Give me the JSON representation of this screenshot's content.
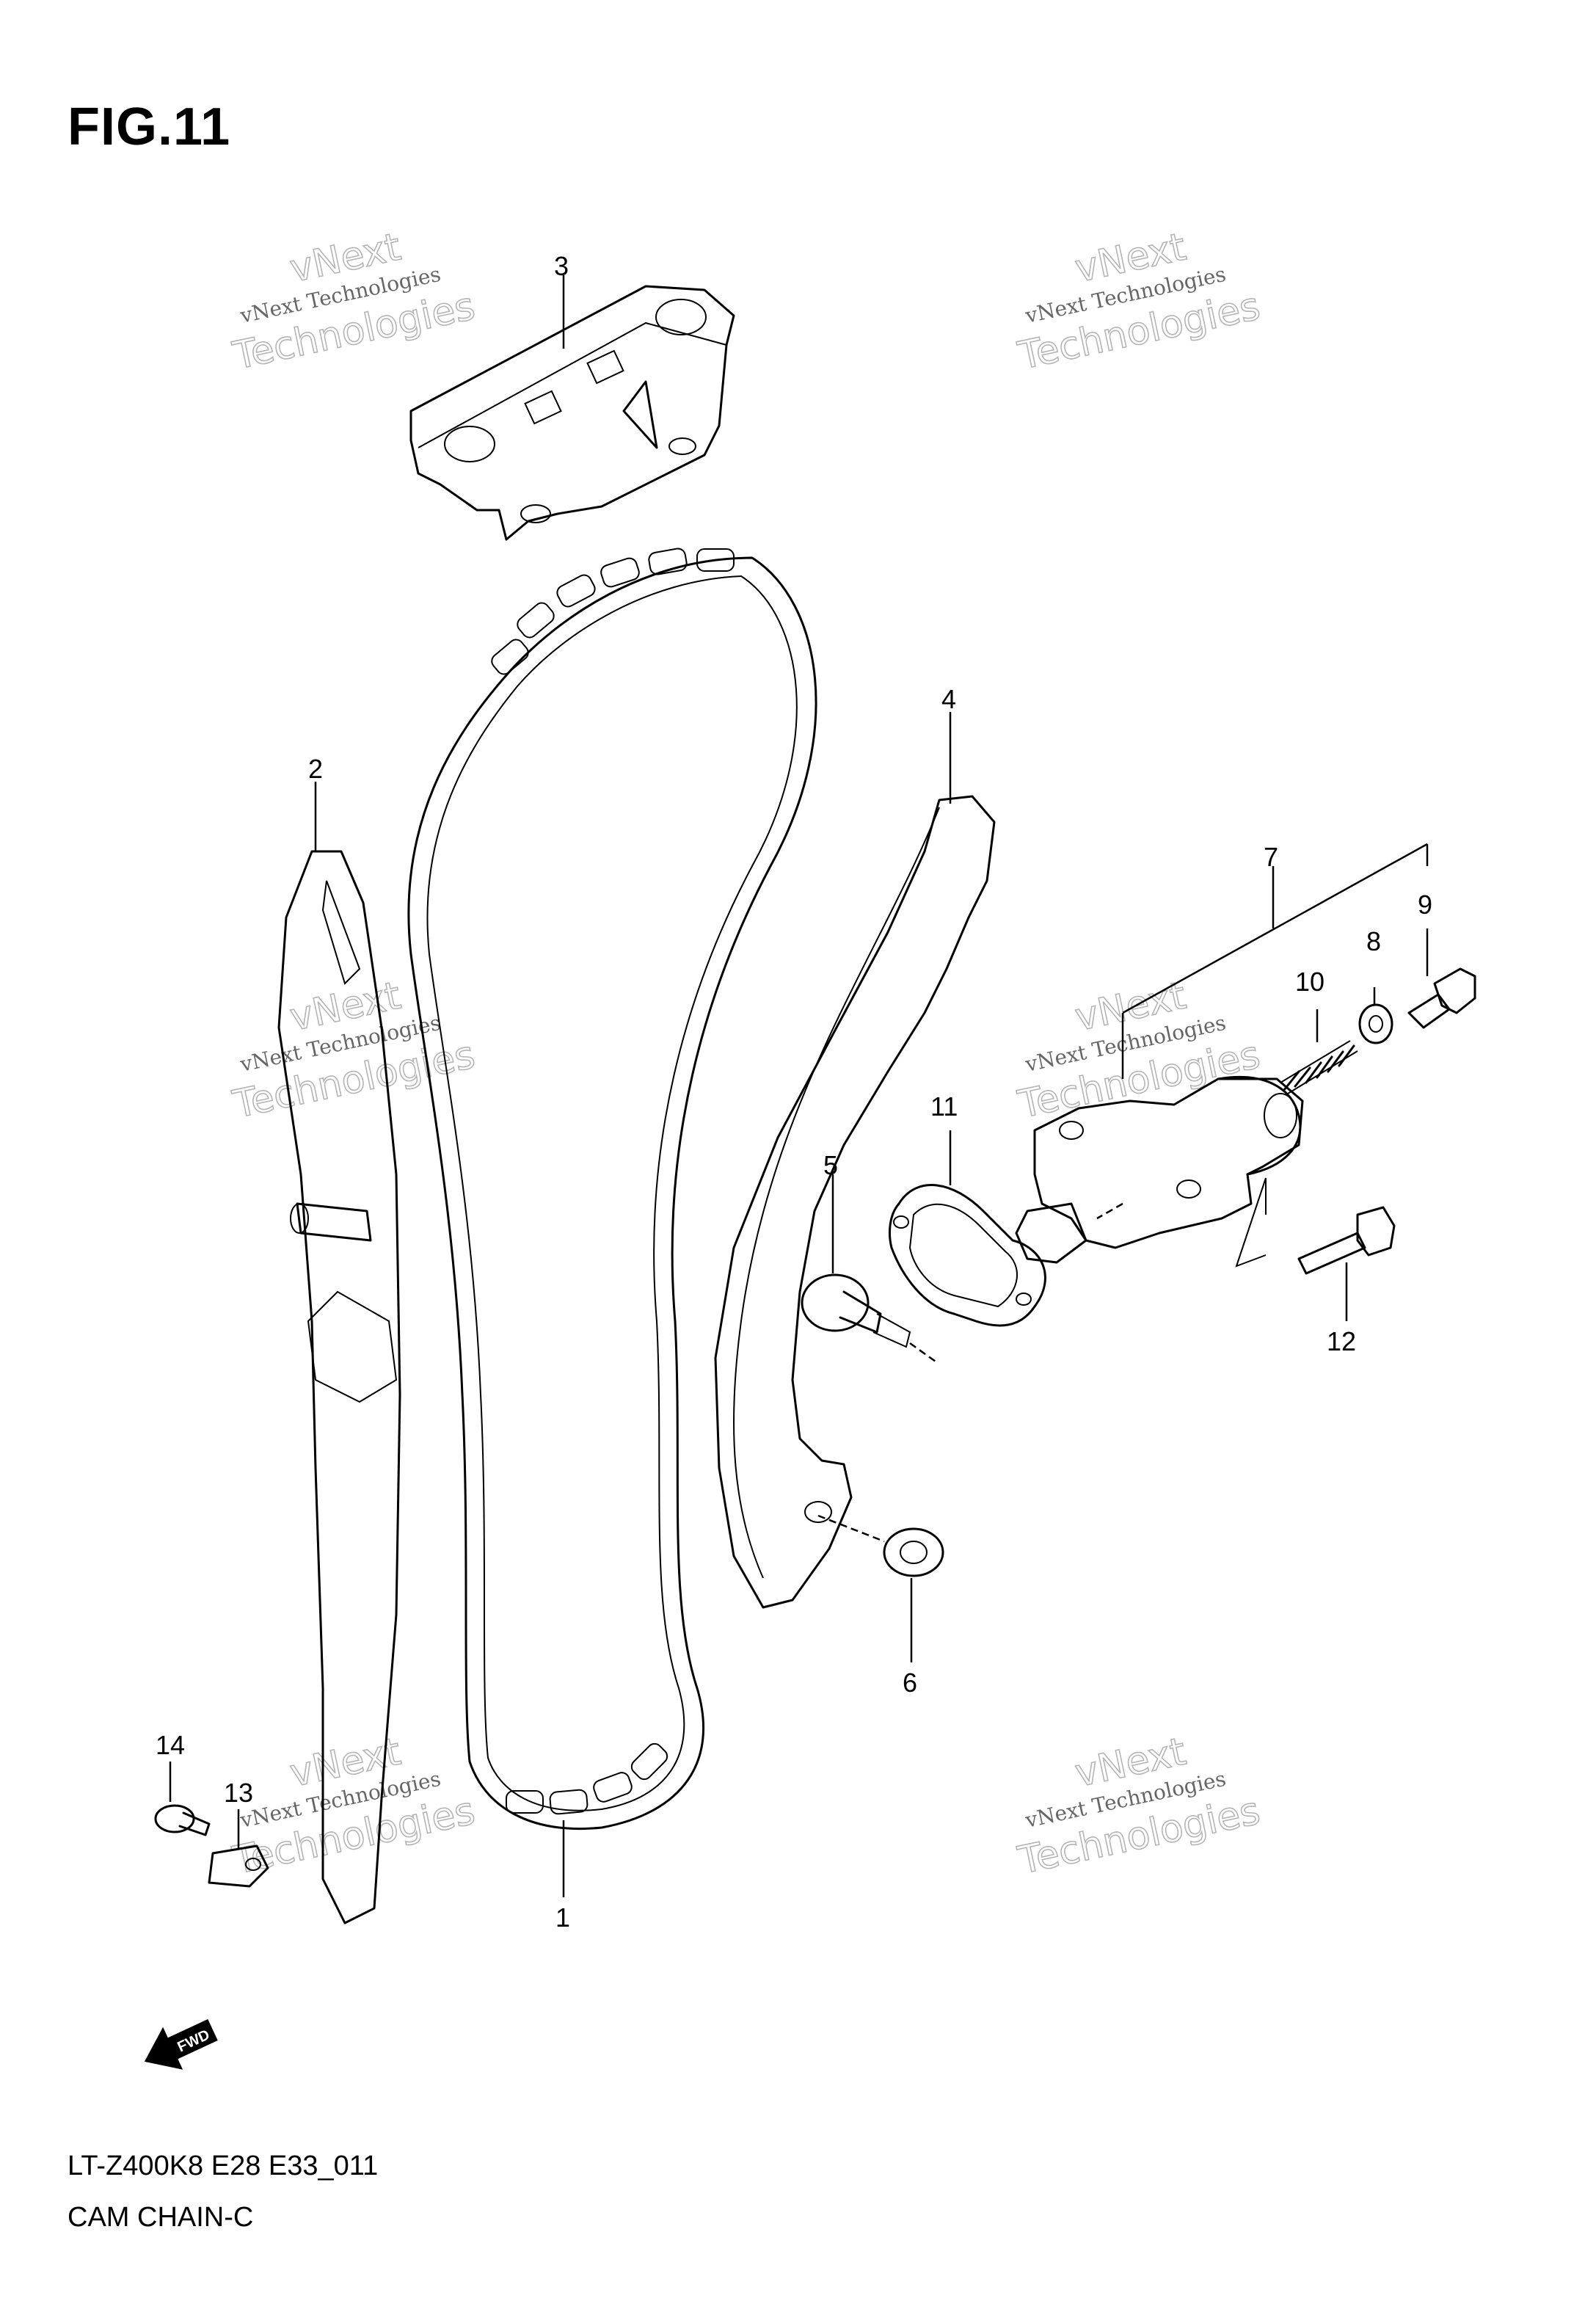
{
  "figure_title": "FIG.11",
  "diagram_code": "LT-Z400K8 E28 E33_011",
  "caption": "CAM CHAIN-C",
  "direction_badge": "FWD",
  "watermark": {
    "line1": "vNext Technologies",
    "line2": "vNext",
    "line3": "Technologies"
  },
  "callouts": {
    "c1": "1",
    "c2": "2",
    "c3": "3",
    "c4": "4",
    "c5": "5",
    "c6": "6",
    "c7": "7",
    "c8": "8",
    "c9": "9",
    "c10": "10",
    "c11": "11",
    "c12": "12",
    "c13": "13",
    "c14": "14"
  }
}
